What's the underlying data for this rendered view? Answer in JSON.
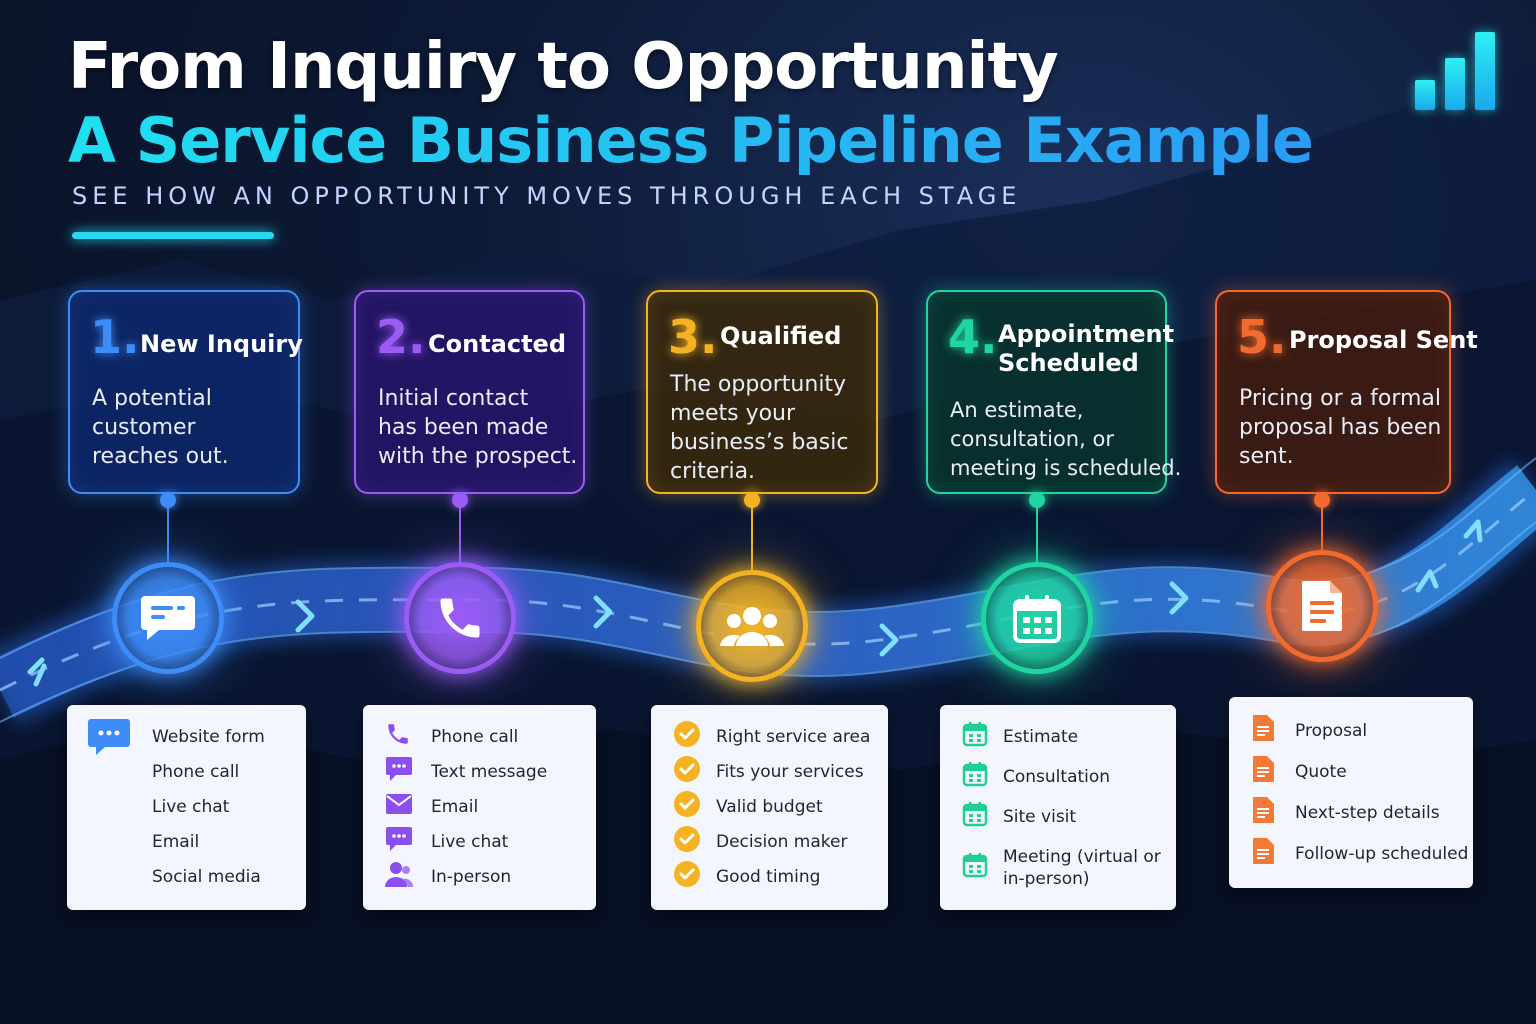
{
  "header": {
    "title_line1": "From Inquiry to Opportunity",
    "title_line2": "A Service Business Pipeline Example",
    "subtitle": "SEE HOW AN OPPORTUNITY MOVES THROUGH EACH STAGE"
  },
  "stages": [
    {
      "number": "1.",
      "title": "New Inquiry",
      "description": "A potential\ncustomer\nreaches out.",
      "color": "#3d8cf7",
      "icon": "chat-bubble-icon",
      "items": [
        "Website form",
        "Phone call",
        "Live chat",
        "Email",
        "Social media"
      ]
    },
    {
      "number": "2.",
      "title": "Contacted",
      "description": "Initial contact\nhas been made\nwith the prospect.",
      "color": "#9b5cf6",
      "icon": "phone-icon",
      "items": [
        "Phone call",
        "Text message",
        "Email",
        "Live chat",
        "In-person"
      ]
    },
    {
      "number": "3.",
      "title": "Qualified",
      "description": "The opportunity\nmeets your\nbusiness’s basic\ncriteria.",
      "color": "#f5b323",
      "icon": "people-icon",
      "items": [
        "Right service area",
        "Fits your services",
        "Valid budget",
        "Decision maker",
        "Good timing"
      ]
    },
    {
      "number": "4.",
      "title": "Appointment\nScheduled",
      "description": "An estimate,\nconsultation, or\nmeeting is scheduled.",
      "color": "#1fd6a0",
      "icon": "calendar-icon",
      "items": [
        "Estimate",
        "Consultation",
        "Site visit",
        "Meeting (virtual or\nin-person)"
      ]
    },
    {
      "number": "5.",
      "title": "Proposal Sent",
      "description": "Pricing or a formal\nproposal has been\nsent.",
      "color": "#f26a2e",
      "icon": "document-icon",
      "items": [
        "Proposal",
        "Quote",
        "Next-step details",
        "Follow-up scheduled"
      ]
    }
  ]
}
